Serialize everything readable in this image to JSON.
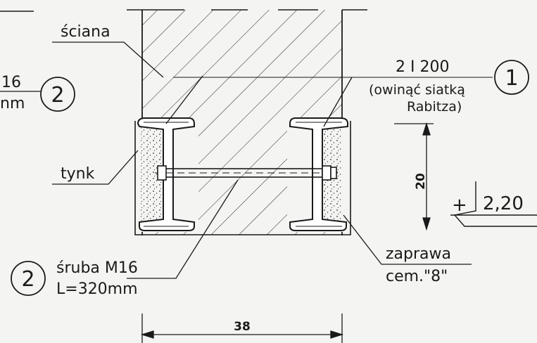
{
  "labels": {
    "wall": "ściana",
    "plaster": "tynk",
    "beam_title": "2 I 200",
    "beam_note_1": "(owinąć siatką",
    "beam_note_2": "Rabitza)",
    "mortar_1": "zaprawa",
    "mortar_2": "cem.\"8\"",
    "bolt_1": "śruba M16",
    "bolt_2": "L=320mm",
    "cut_left_1": "16",
    "cut_left_2": "nm"
  },
  "markers": {
    "beam_marker": "1",
    "bolt_marker": "2",
    "bolt_marker_left": "2"
  },
  "dimensions": {
    "height": "20",
    "width": "38",
    "level_sign": "+",
    "level": "2,20"
  },
  "colors": {
    "ink": "#1a1a1a",
    "paper": "#f4f4f2"
  }
}
